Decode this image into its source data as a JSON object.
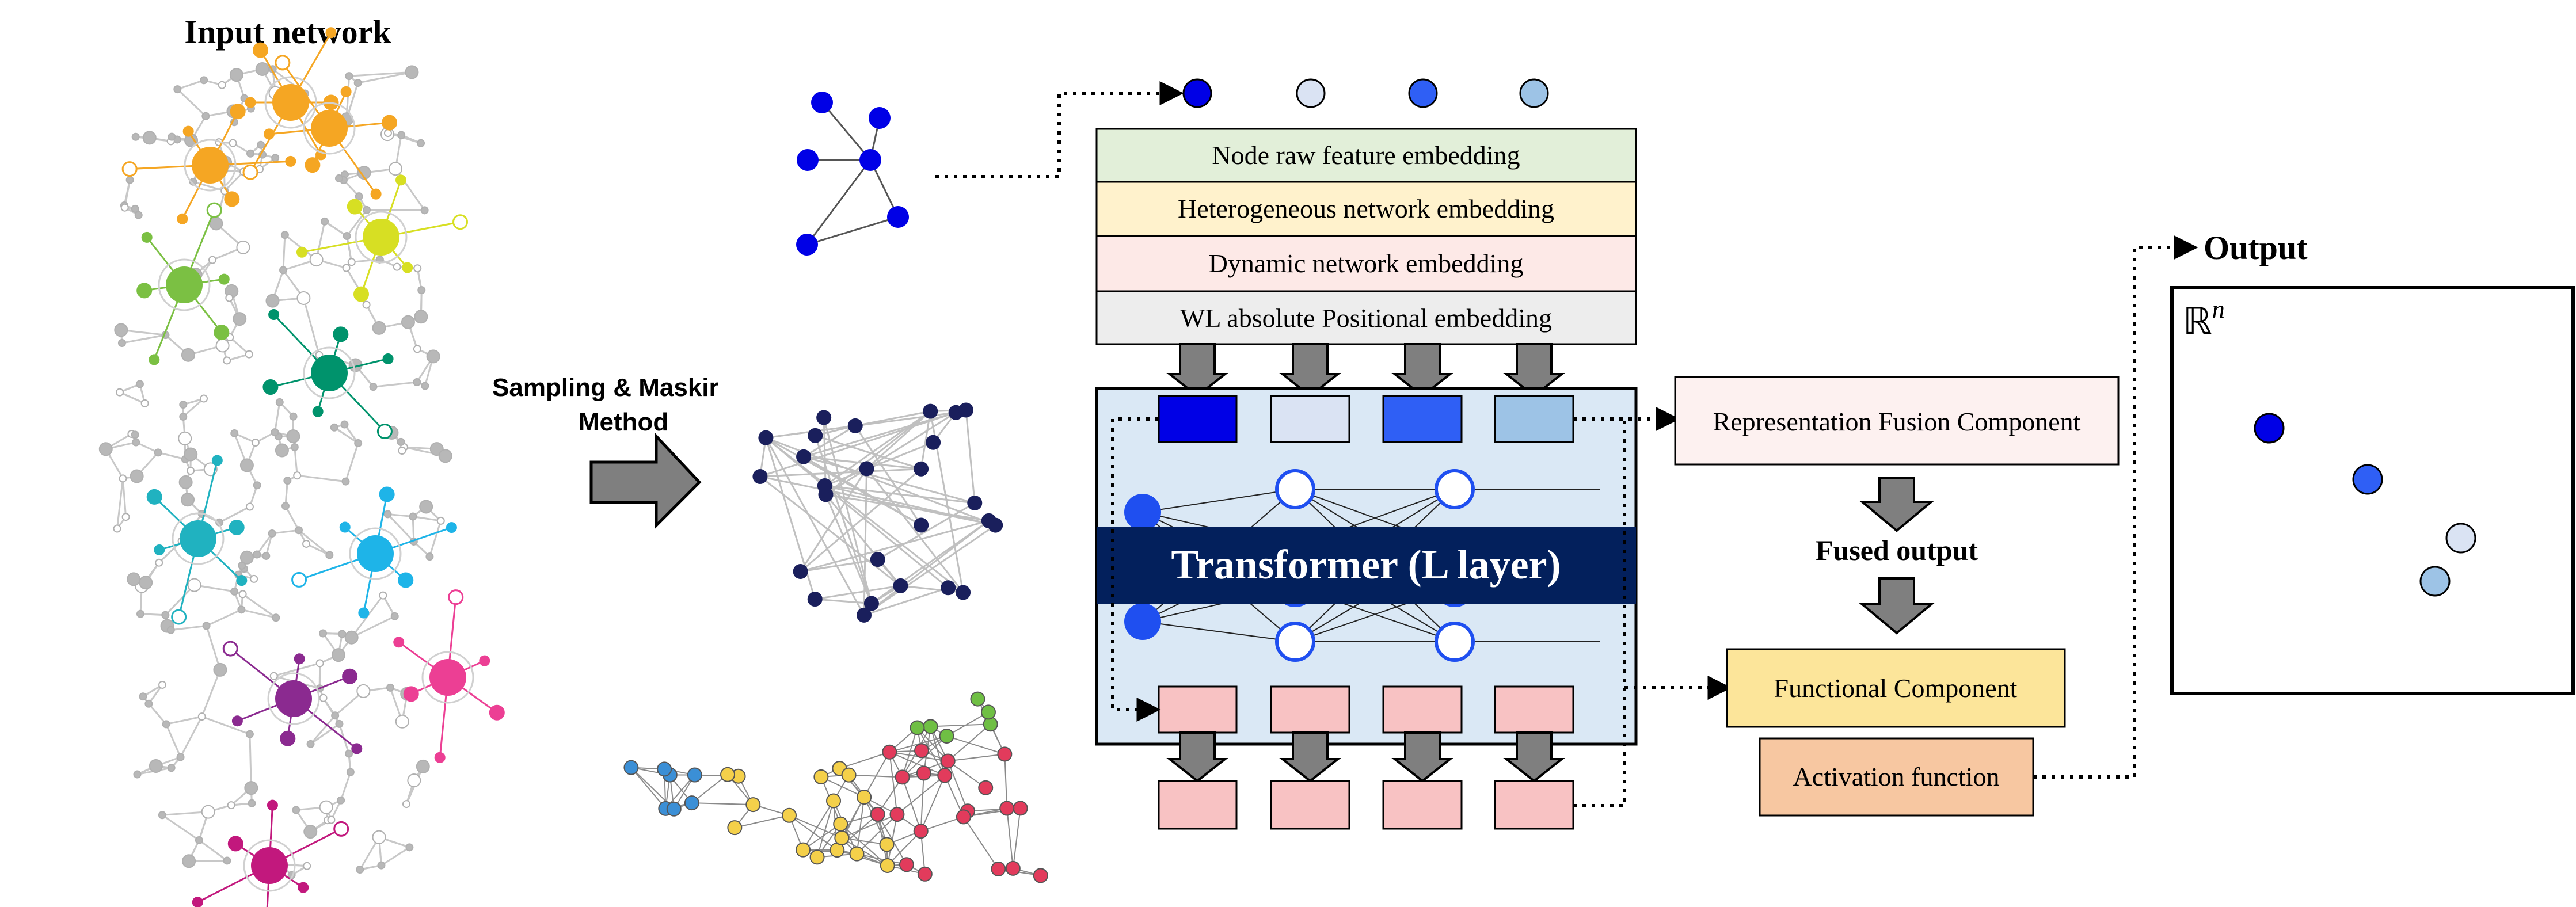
{
  "input_title": "Input network",
  "sampling_label": [
    "Sampling & Maskir",
    "Method"
  ],
  "embedding_layers": [
    {
      "label": "Node raw feature embedding",
      "color": "#e2efd9"
    },
    {
      "label": "Heterogeneous network embedding",
      "color": "#fff2cc"
    },
    {
      "label": "Dynamic network embedding",
      "color": "#fde9e7"
    },
    {
      "label": "WL absolute Positional embedding",
      "color": "#ededed"
    }
  ],
  "transformer_label": "Transformer (L layer)",
  "fusion_label": "Representation Fusion Component",
  "fused_output_label": "Fused output",
  "functional_label": "Functional Component",
  "activation_label": "Activation function",
  "output_title": "Output",
  "output_space_label": "ℝ",
  "output_space_sup": "n",
  "colors": {
    "token_blues": [
      "#0000e6",
      "#dae3f3",
      "#2f5ff5",
      "#9dc3e6"
    ],
    "token_pink": "#f8c2c3",
    "transformer_bg": "#dae8f5",
    "transformer_band": "#03205c",
    "node_blue": "#1f4ff0",
    "arrow_gray": "#7f7f7f",
    "functional_fill": "#fce59a",
    "activation_fill": "#f7c7a1",
    "fusion_fill": "#fdf1f0",
    "subgraph_navy": "#1a1f5c"
  }
}
